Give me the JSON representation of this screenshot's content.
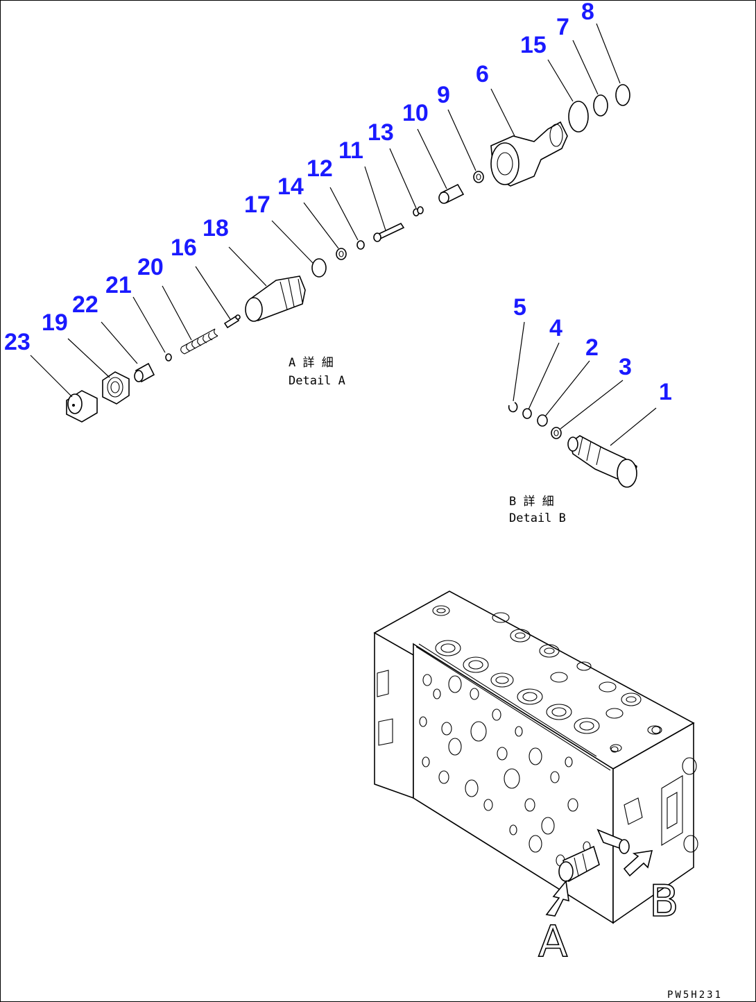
{
  "callouts": {
    "c1": "1",
    "c2": "2",
    "c3": "3",
    "c4": "4",
    "c5": "5",
    "c6": "6",
    "c7": "7",
    "c8": "8",
    "c9": "9",
    "c10": "10",
    "c11": "11",
    "c12": "12",
    "c13": "13",
    "c14": "14",
    "c15": "15",
    "c16": "16",
    "c17": "17",
    "c18": "18",
    "c19": "19",
    "c20": "20",
    "c21": "21",
    "c22": "22",
    "c23": "23"
  },
  "captions": {
    "detail_a_jp": "A 詳 細",
    "detail_a_en": "Detail A",
    "detail_b_jp": "B 詳 細",
    "detail_b_en": "Detail B"
  },
  "arrow_labels": {
    "a": "A",
    "b": "B"
  },
  "drawing_id": "PW5H231",
  "colors": {
    "callout": "#1a1aff",
    "line": "#000000",
    "background": "#ffffff"
  }
}
